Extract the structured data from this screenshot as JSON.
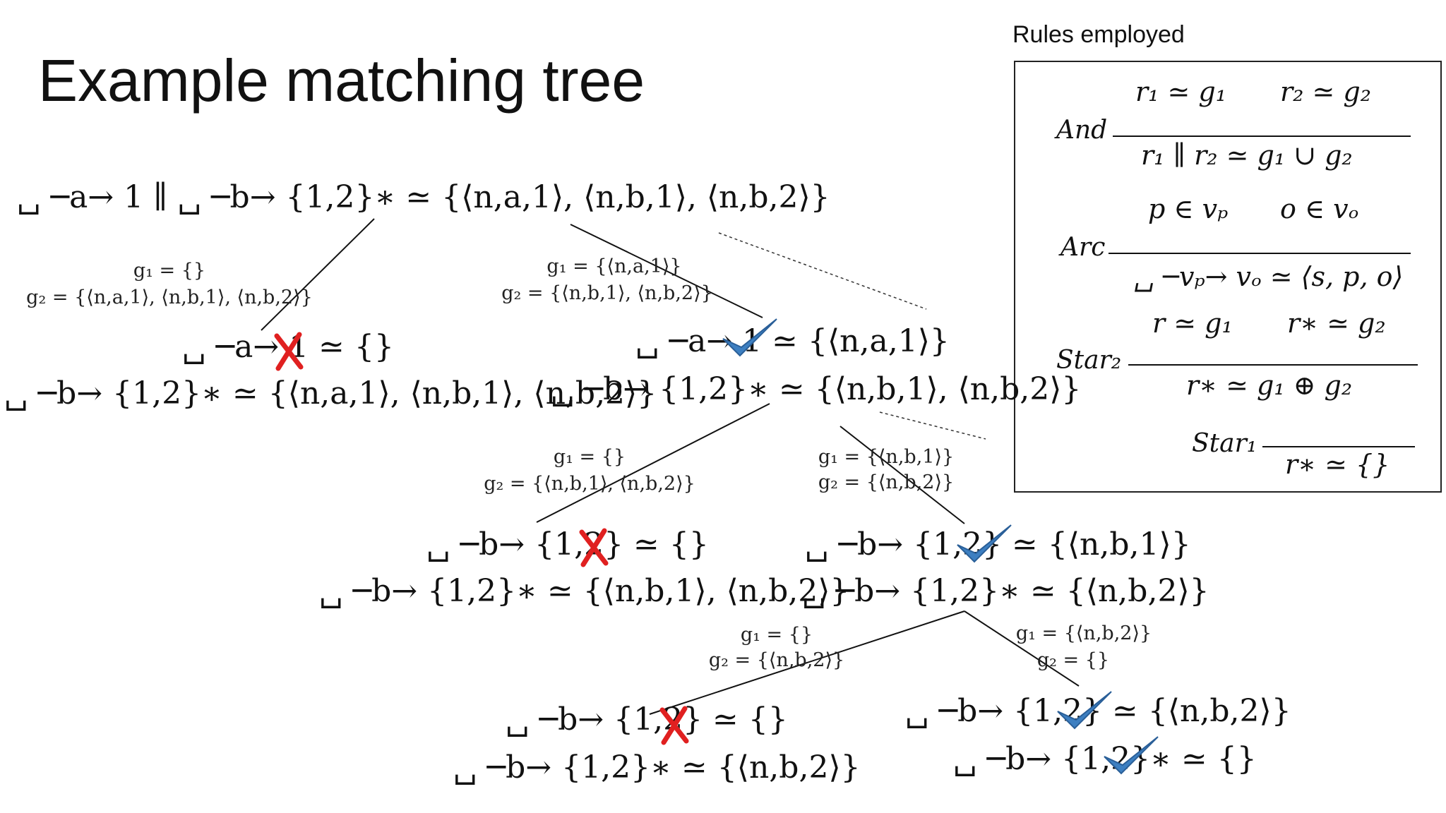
{
  "title": "Example matching tree",
  "rules_caption": "Rules employed",
  "rules": [
    {
      "name": "And",
      "premise_left": "r₁ ≃ g₁",
      "premise_right": "r₂ ≃ g₂",
      "conclusion": "r₁ ∥ r₂ ≃ g₁ ∪ g₂"
    },
    {
      "name": "Arc",
      "premise_left": "p ∈ vₚ",
      "premise_right": "o ∈ vₒ",
      "conclusion": "␣ ─vₚ→ vₒ ≃ ⟨s, p, o⟩"
    },
    {
      "name": "Star₂",
      "premise_left": "r ≃ g₁",
      "premise_right": "r∗ ≃ g₂",
      "conclusion": "r∗ ≃ g₁ ⊕ g₂"
    },
    {
      "name": "Star₁",
      "premise_left": "",
      "premise_right": "",
      "conclusion": "r∗ ≃ {}"
    }
  ],
  "tree": {
    "root": "␣ ─a→ 1  ∥  ␣ ─b→ {1,2}∗ ≃ {⟨n,a,1⟩, ⟨n,b,1⟩, ⟨n,b,2⟩}",
    "split1_left_g1": "g₁ = {}",
    "split1_left_g2": "g₂ = {⟨n,a,1⟩, ⟨n,b,1⟩, ⟨n,b,2⟩}",
    "split1_right_g1": "g₁ = {⟨n,a,1⟩}",
    "split1_right_g2": "g₂ = {⟨n,b,1⟩, ⟨n,b,2⟩}",
    "l1_a_line": "␣ ─a→ 1  ≃ {}",
    "l1_b_line": "␣ ─b→ {1,2}∗ ≃ {⟨n,a,1⟩, ⟨n,b,1⟩, ⟨n,b,2⟩}",
    "r1_a_line": "␣ ─a→ 1  ≃ {⟨n,a,1⟩}",
    "r1_b_line": "␣ ─b→ {1,2}∗ ≃ {⟨n,b,1⟩, ⟨n,b,2⟩}",
    "split2_left_g1": "g₁ = {}",
    "split2_left_g2": "g₂ = {⟨n,b,1⟩, ⟨n,b,2⟩}",
    "split2_right_g1": "g₁ = {⟨n,b,1⟩}",
    "split2_right_g2": "g₂ = {⟨n,b,2⟩}",
    "l2_single": "␣ ─b→ {1,2}  ≃ {}",
    "l2_star": "␣ ─b→ {1,2}∗ ≃ {⟨n,b,1⟩, ⟨n,b,2⟩}",
    "r2_single": "␣ ─b→ {1,2}  ≃ {⟨n,b,1⟩}",
    "r2_star": "␣ ─b→ {1,2}∗ ≃ {⟨n,b,2⟩}",
    "split3_left_g1": "g₁ = {}",
    "split3_left_g2": "g₂ = {⟨n,b,2⟩}",
    "split3_right_g1": "g₁ = {⟨n,b,2⟩}",
    "split3_right_g2": "g₂ = {}",
    "l3_single": "␣ ─b→ {1,2}  ≃ {}",
    "l3_star": "␣ ─b→ {1,2}∗ ≃ {⟨n,b,2⟩}",
    "r3_single": "␣ ─b→ {1,2}  ≃ {⟨n,b,2⟩}",
    "r3_star": "␣ ─b→ {1,2}∗ ≃ {}"
  },
  "colors": {
    "fail": "#e02020",
    "success": "#3d7fc1"
  }
}
